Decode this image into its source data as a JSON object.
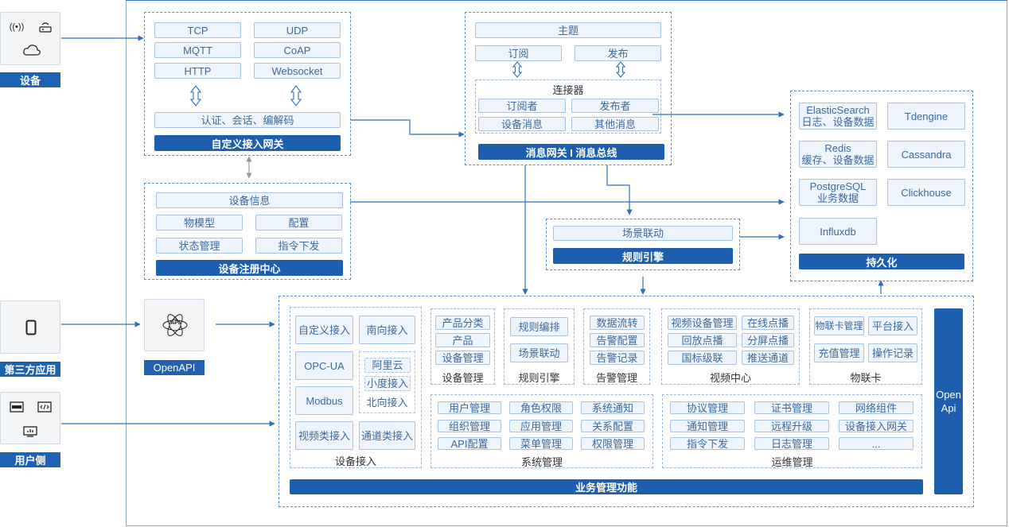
{
  "colors": {
    "primary": "#1d5fae",
    "line": "#2f6fba",
    "pill_bg": "#eef4fb",
    "pill_border": "#a9c4e2"
  },
  "left": {
    "device_label": "设备",
    "third_party_label": "第三方应用",
    "user_label": "用户侧",
    "device_icons": [
      "wireless-signal-icon",
      "router-icon",
      "cloud-icon"
    ],
    "third_party_icons": [
      "tablet-icon"
    ],
    "user_icons": [
      "app-icon",
      "code-icon",
      "monitor-icon"
    ]
  },
  "openapi": {
    "label": "OpenAPI",
    "icon_text": "API"
  },
  "gateway": {
    "protocols": [
      "TCP",
      "UDP",
      "MQTT",
      "CoAP",
      "HTTP",
      "Websocket"
    ],
    "auth": "认证、会话、编解码",
    "title": "自定义接入网关"
  },
  "registry": {
    "info": "设备信息",
    "items": [
      "物模型",
      "配置",
      "状态管理",
      "指令下发"
    ],
    "title": "设备注册中心"
  },
  "bus": {
    "topic": "主题",
    "subscribe": "订阅",
    "publish": "发布",
    "connector_title": "连接器",
    "connector_items": [
      "订阅者",
      "发布者",
      "设备消息",
      "其他消息"
    ],
    "title": "消息网关 I 消息总线"
  },
  "rule": {
    "scene": "场景联动",
    "title": "规则引擎"
  },
  "persist": {
    "items": [
      "ElasticSearch\n日志、设备数据",
      "Tdengine",
      "Redis\n缓存、设备数据",
      "Cassandra",
      "PostgreSQL\n业务数据",
      "Clickhouse",
      "Influxdb"
    ],
    "title": "持久化"
  },
  "business": {
    "device_access": {
      "caption": "设备接入",
      "custom": "自定义接入",
      "south": "南向接入",
      "opcua": "OPC-UA",
      "aliyun": "阿里云",
      "xiaodu": "小度接入",
      "modbus": "Modbus",
      "north": "北向接入",
      "video": "视频类接入",
      "channel": "通道类接入"
    },
    "device_mgmt": {
      "caption": "设备管理",
      "items": [
        "产品分类",
        "产品",
        "设备管理"
      ]
    },
    "rule_engine": {
      "caption": "规则引擎",
      "items": [
        "规则编排",
        "场景联动"
      ]
    },
    "alarm": {
      "caption": "告警管理",
      "items": [
        "数据流转",
        "告警配置",
        "告警记录"
      ]
    },
    "video_center": {
      "caption": "视频中心",
      "items": [
        "视频设备管理",
        "在线点播",
        "回放点播",
        "分屏点播",
        "国标级联",
        "推送通道"
      ]
    },
    "iot_card": {
      "caption": "物联卡",
      "items": [
        "物联卡管理",
        "平台接入",
        "充值管理",
        "操作记录"
      ]
    },
    "system": {
      "caption": "系统管理",
      "items": [
        "用户管理",
        "角色权限",
        "系统通知",
        "组织管理",
        "应用管理",
        "关系配置",
        "API配置",
        "菜单管理",
        "权限管理"
      ]
    },
    "ops": {
      "caption": "运维管理",
      "items": [
        "协议管理",
        "证书管理",
        "网络组件",
        "通知管理",
        "远程升级",
        "设备接入网关",
        "指令下发",
        "日志管理",
        "..."
      ]
    },
    "open_api": "Open\nApi",
    "title": "业务管理功能"
  }
}
